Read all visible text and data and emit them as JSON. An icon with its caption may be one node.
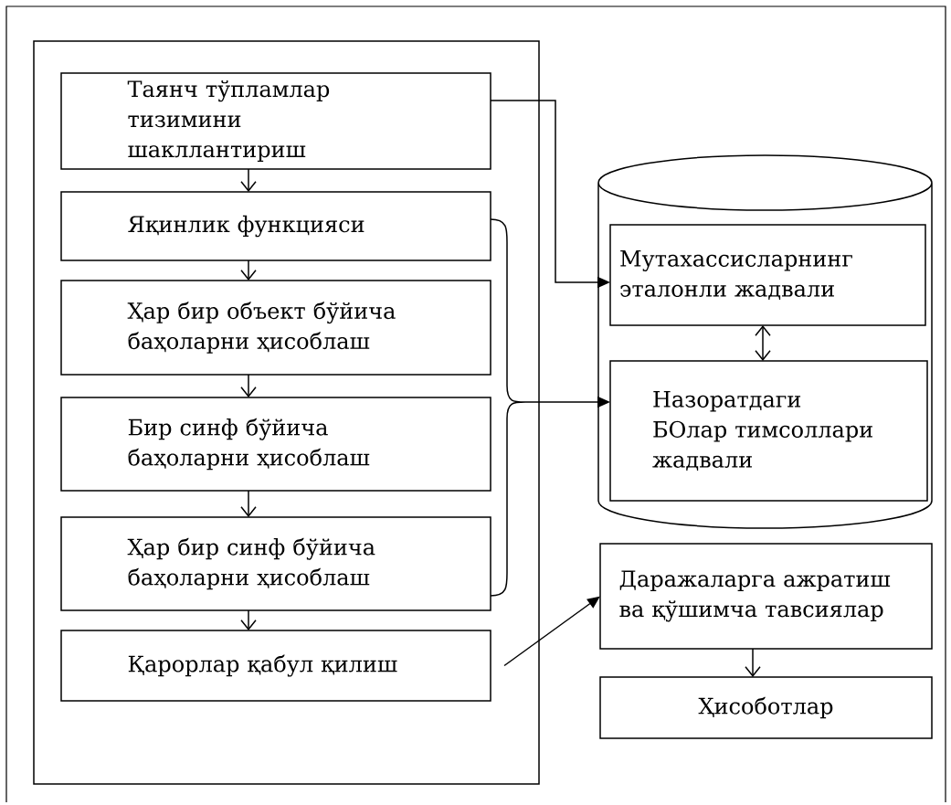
{
  "diagram": {
    "nodes": [
      {
        "text": [],
        "shape": "box"
      },
      {
        "text": [
          "Таянч тўпламлар тизимини шакллантириш"
        ],
        "in": 0
      },
      {
        "text": [
          "Яқинлик функцияси"
        ],
        "in": 0
      },
      {
        "text": [
          "Ҳар бир объект бўйича баҳоларни ҳисоблаш"
        ],
        "in": 0
      },
      {
        "text": [
          "Бир синф бўйича баҳоларни ҳисоблаш"
        ],
        "in": 0
      },
      {
        "text": [
          "Ҳар бир синф бўйича баҳоларни ҳисоблаш"
        ],
        "in": 0
      },
      {
        "text": [
          "Қарорлар қабул қилиш"
        ],
        "in": 0
      },
      {
        "text": [],
        "shape": "cylinder"
      },
      {
        "text": [
          "Мутахассисларнинг эталонли жадвали"
        ],
        "in": 7
      },
      {
        "text": [
          "Назоратдаги БОлар тимсоллари жадвали"
        ],
        "in": 7
      },
      {
        "text": [
          "Даражаларга ажратиш ва қўшимча тавсиялар"
        ]
      },
      {
        "text": [
          "Ҳисоботлар"
        ]
      }
    ],
    "edges": [
      {
        "from": 1,
        "to": 2,
        "arrow": "to"
      },
      {
        "from": 2,
        "to": 3,
        "arrow": "to"
      },
      {
        "from": 3,
        "to": 4,
        "arrow": "to"
      },
      {
        "from": 4,
        "to": 5,
        "arrow": "to"
      },
      {
        "from": 5,
        "to": 6,
        "arrow": "to"
      },
      {
        "from": 1,
        "to": 8,
        "arrow": "to"
      },
      {
        "from": 2,
        "to": 9,
        "arrow": "to"
      },
      {
        "from": 5,
        "to": 9,
        "arrow": "to"
      },
      {
        "from": 8,
        "to": 9,
        "arrow": "both"
      },
      {
        "from": 6,
        "to": 10,
        "arrow": "to"
      },
      {
        "from": 10,
        "to": 11,
        "arrow": "to"
      }
    ]
  }
}
